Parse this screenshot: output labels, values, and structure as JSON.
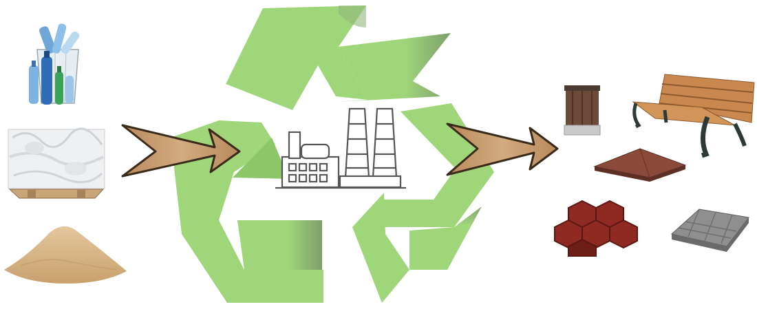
{
  "diagram": {
    "description_elements": {
      "inputs": [
        "plastic-bottles-bin",
        "plastic-film-bale",
        "sand-pile"
      ],
      "process": "recycling-factory",
      "outputs": [
        "waste-bin-product",
        "park-bench-product",
        "roof-cap-product",
        "hexagon-paver-product",
        "square-tile-product"
      ]
    },
    "colors": {
      "recycle_green": "#9fd67a",
      "recycle_green_dark": "#8dc76a",
      "arrow_fill": "#c49a6c",
      "arrow_stroke": "#3a2a1a",
      "factory_stroke": "#555555",
      "paver_red": "#8e2a22",
      "tile_gray": "#8a8a8a",
      "wood": "#c8884e",
      "sand": "#d9b98a"
    }
  }
}
